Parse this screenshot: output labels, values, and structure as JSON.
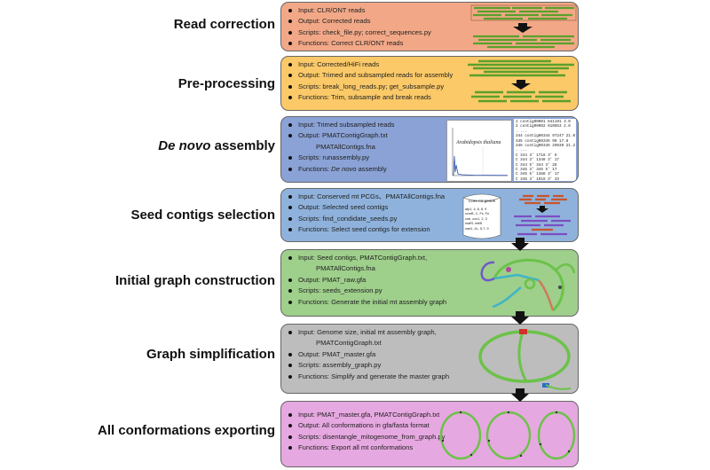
{
  "colors": {
    "read_correction": "#f2a887",
    "pre_processing": "#fbc968",
    "de_novo": "#8aa2d5",
    "seed_contigs": "#8fb2dc",
    "initial_graph": "#9ecf8b",
    "graph_simplification": "#bdbdbd",
    "export": "#e6a8e0",
    "read_green": "#5aa02c",
    "arrow": "#111111"
  },
  "steps": [
    {
      "title": "Read correction",
      "items": [
        {
          "text": "Input: CLR/ONT reads",
          "bullet": true
        },
        {
          "text": "Output: Corrected reads",
          "bullet": true
        },
        {
          "text": "Scripts: check_file.py; correct_sequences.py",
          "bullet": true
        },
        {
          "text": "Functions: Correct CLR/ONT reads",
          "bullet": true
        }
      ]
    },
    {
      "title": "Pre-processing",
      "items": [
        {
          "text": "Input: Corrected/HiFi reads",
          "bullet": true
        },
        {
          "text": "Output: Trimed and subsampled reads for assembly",
          "bullet": true
        },
        {
          "text": "Scripts: break_long_reads.py; get_subsample.py",
          "bullet": true
        },
        {
          "text": "Functions: Trim, subsample and break reads",
          "bullet": true
        }
      ]
    },
    {
      "title_italic": "De novo",
      "title_rest": " assembly",
      "items": [
        {
          "text": "Input: Trimed subsampled reads",
          "bullet": true
        },
        {
          "text": "Output: PMATContigGraph.txt",
          "bullet": true
        },
        {
          "text": "PMATAllContigs.fna",
          "bullet": false
        },
        {
          "text": "Scripts: runassembly.py",
          "bullet": true
        },
        {
          "text": "Functions: De novo assembly",
          "bullet": true
        }
      ],
      "plot_title": "Arabidopsis thaliana",
      "contig_header": [
        {
          "id": "1",
          "name": "contig00001",
          "len": "641191",
          "cov": "3.0"
        },
        {
          "id": "2",
          "name": "contig00002",
          "len": "610853",
          "cov": "2.6"
        }
      ],
      "contig_rows": [
        {
          "id": "344",
          "name": "contig00344",
          "len": "97247",
          "cov": "21.0"
        },
        {
          "id": "345",
          "name": "contig00345",
          "len": "90",
          "cov": "17.8"
        },
        {
          "id": "346",
          "name": "contig00346",
          "len": "29939",
          "cov": "21.2"
        }
      ],
      "link_rows": [
        {
          "a": "C",
          "b": "344",
          "c": "3'",
          "d": "1718",
          "e": "3'",
          "f": "6"
        },
        {
          "a": "C",
          "b": "344",
          "c": "3'",
          "d": "1348",
          "e": "3'",
          "f": "17"
        },
        {
          "a": "C",
          "b": "344",
          "c": "5'",
          "d": "344",
          "e": "3'",
          "f": "28"
        },
        {
          "a": "C",
          "b": "345",
          "c": "3'",
          "d": "345",
          "e": "5'",
          "f": "17"
        },
        {
          "a": "C",
          "b": "345",
          "c": "5'",
          "d": "1388",
          "e": "3'",
          "f": "17"
        },
        {
          "a": "C",
          "b": "346",
          "c": "3'",
          "d": "1918",
          "e": "3'",
          "f": "33"
        }
      ]
    },
    {
      "title": "Seed contigs selection",
      "items": [
        {
          "text": "Input: Conserved mt PCGs、PMATAllContigs.fna",
          "bullet": true
        },
        {
          "text": "Output: Selected seed contigs",
          "bullet": true
        },
        {
          "text": "Scripts: find_condidate_seeds.py",
          "bullet": true
        },
        {
          "text": "Functions: Select seed contigs for extension",
          "bullet": true
        }
      ],
      "db_title": "Core mt genes",
      "db_lines": [
        "atp1, 4, 6, 8, 9",
        "ccmB, C, Fc, Fn",
        "cob, cox1, 2, 3",
        "matR, mttB",
        "nad1, 4L, 5-7, 9"
      ]
    },
    {
      "title": "Initial graph construction",
      "items": [
        {
          "text": "Input: Seed contigs, PMATContigGraph.txt,",
          "bullet": true
        },
        {
          "text": "PMATAllContigs.fna",
          "bullet": false
        },
        {
          "text": "Output: PMAT_raw.gfa",
          "bullet": true
        },
        {
          "text": "Scripts: seeds_extension.py",
          "bullet": true
        },
        {
          "text": "Functions: Generate the initial mt assembly graph",
          "bullet": true
        }
      ]
    },
    {
      "title": "Graph simplification",
      "items": [
        {
          "text": "Input: Genome size, initial mt assembly graph,",
          "bullet": true
        },
        {
          "text": "PMATContigGraph.txt",
          "bullet": false
        },
        {
          "text": "Output: PMAT_master.gfa",
          "bullet": true
        },
        {
          "text": "Scripts: assembly_graph.py",
          "bullet": true
        },
        {
          "text": "Functions: Simplify and generate the master graph",
          "bullet": true
        }
      ]
    },
    {
      "title": "All conformations exporting",
      "items": [
        {
          "text": "Input: PMAT_master.gfa, PMATContigGraph.txt",
          "bullet": true
        },
        {
          "text": "Output: All conformations in gfa/fasta format",
          "bullet": true
        },
        {
          "text": "Scripts: disentangle_mitogenome_from_graph.py",
          "bullet": true
        },
        {
          "text": "Functions: Export all mt conformations",
          "bullet": true
        }
      ]
    }
  ]
}
